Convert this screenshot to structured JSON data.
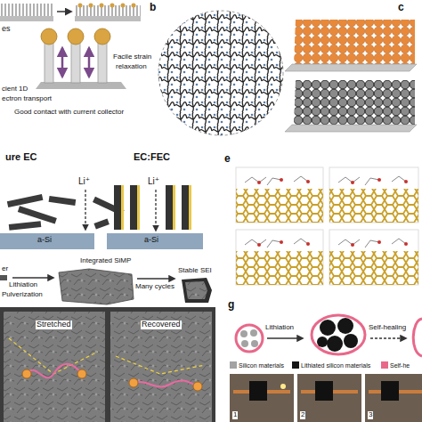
{
  "diagram": {
    "labels": [
      "b",
      "c",
      "e",
      "g",
      "es",
      "cient 1D",
      "ectron transport",
      "Facile strain",
      "relaxation",
      "Good contact with current collector",
      "ure EC",
      "EC:FEC",
      "Li⁺",
      "Li⁺",
      "a-Si",
      "a-Si",
      "er",
      "Lithiation",
      "Pulverization",
      "Integrated SiMP",
      "Many cycles",
      "Stable SEI",
      "Stretched",
      "Recovered",
      "Lithiation",
      "Self-healing",
      "1",
      "2",
      "3"
    ],
    "legend": [
      {
        "text": "Silicon materials",
        "color": "#a3a3a3"
      },
      {
        "text": "Lithiated silicon materials",
        "color": "#151515"
      },
      {
        "text": "Self-he",
        "color": "#e8688a"
      }
    ]
  }
}
